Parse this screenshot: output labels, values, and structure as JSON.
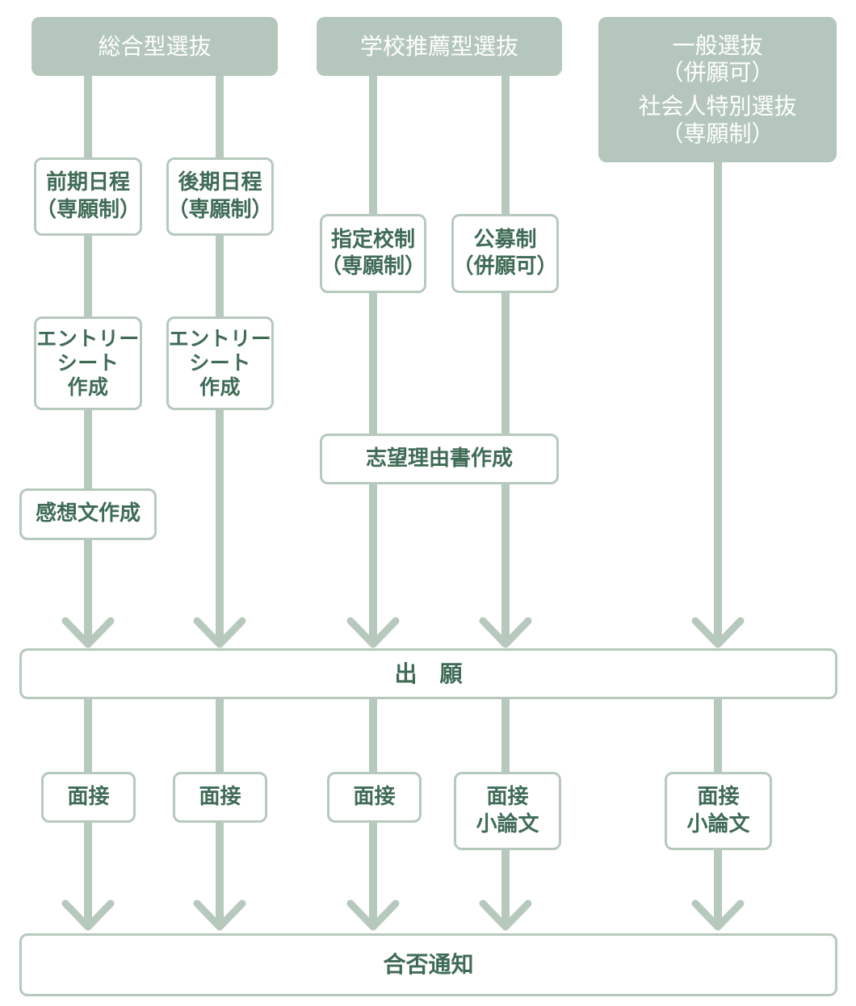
{
  "colors": {
    "line": "#b7c8bd",
    "header_bg": "#b5c7bc",
    "header_text": "#ffffff",
    "box_text": "#3f6b56",
    "box_border": "#b7c8bd"
  },
  "headers": {
    "sogo": "総合型選抜",
    "suisen": "学校推薦型選抜",
    "ippan_line1": "一般選抜",
    "ippan_line2": "（併願可）",
    "ippan_line3": "社会人特別選抜",
    "ippan_line4": "（専願制）"
  },
  "sogo_early": {
    "line1": "前期日程",
    "line2": "（専願制）"
  },
  "sogo_late": {
    "line1": "後期日程",
    "line2": "（専願制）"
  },
  "suisen_shitei": {
    "line1": "指定校制",
    "line2": "（専願制）"
  },
  "suisen_kobo": {
    "line1": "公募制",
    "line2": "（併願可）"
  },
  "entry_sheet": {
    "line1": "エントリー",
    "line2": "シート",
    "line3": "作成"
  },
  "reason_statement": "志望理由書作成",
  "essay_impression": "感想文作成",
  "application": "出　願",
  "interview": "面接",
  "short_essay": "小論文",
  "result_notice": "合否通知"
}
